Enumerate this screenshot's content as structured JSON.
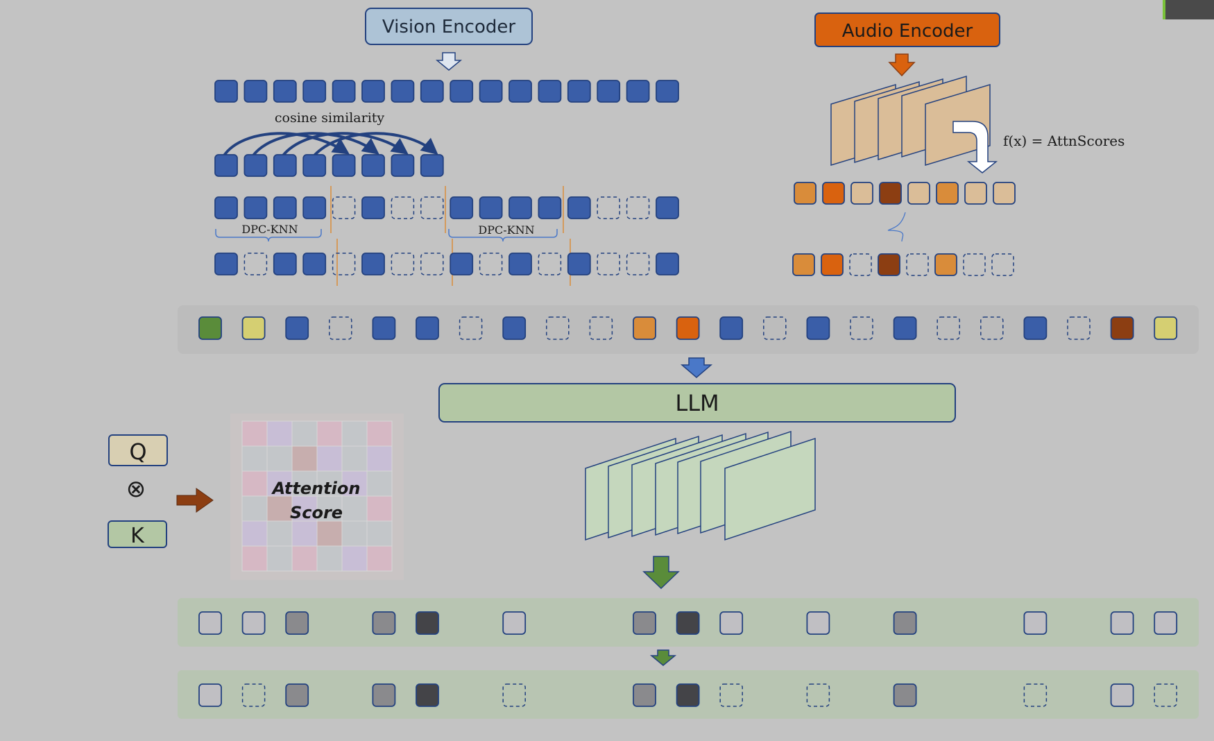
{
  "labels": {
    "vision_encoder": "Vision Encoder",
    "audio_encoder": "Audio Encoder",
    "cosine_similarity": "cosine similarity",
    "dpc_knn_1": "DPC-KNN",
    "dpc_knn_2": "DPC-KNN",
    "formula": "f(x)  =  AttnScores",
    "llm": "LLM",
    "q": "Q",
    "otimes": "⊗",
    "k": "K",
    "attention_line1": "Attention",
    "attention_line2": "Score"
  },
  "colors": {
    "background": "#c3c3c3",
    "vision_blue": "#3a5ea8",
    "audio_orange": "#d9620f",
    "audio_encoder_box": "#d9620f",
    "vision_encoder_box": "#adc3d6",
    "llm_box": "#b3c7a4",
    "green_token": "#5a8c3a",
    "yellow_token": "#d5cf72",
    "light_orange": "#d98c3a",
    "brown": "#8c3e12",
    "tan": "#dabd98",
    "gray_light": "#c0bfc3",
    "gray_mid": "#8a8a8d",
    "gray_dark": "#444448",
    "green_band": "#b8c5b2"
  },
  "vision_rows": {
    "row1": [
      "b",
      "b",
      "b",
      "b",
      "b",
      "b",
      "b",
      "b",
      "b",
      "b",
      "b",
      "b",
      "b",
      "b",
      "b",
      "b"
    ],
    "row2": [
      "b",
      "b",
      "b",
      "b",
      "b",
      "b",
      "b",
      "b"
    ],
    "row3": [
      "b",
      "b",
      "b",
      "b",
      "d",
      "b",
      "d",
      "d",
      "b",
      "b",
      "b",
      "b",
      "b",
      "d",
      "d",
      "b"
    ],
    "row4": [
      "b",
      "d",
      "b",
      "b",
      "d",
      "b",
      "d",
      "d",
      "b",
      "d",
      "b",
      "d",
      "b",
      "d",
      "d",
      "b"
    ]
  },
  "audio_rows": {
    "row1": [
      "lo",
      "o",
      "t",
      "br",
      "t",
      "lo",
      "t",
      "t"
    ],
    "row2": [
      "lo",
      "o",
      "d",
      "br",
      "d",
      "lo",
      "d",
      "d"
    ]
  },
  "merged_sequence": [
    "g",
    "y",
    "b",
    "d",
    "b",
    "b",
    "d",
    "b",
    "d",
    "d",
    "lo",
    "o",
    "b",
    "d",
    "b",
    "d",
    "b",
    "d",
    "d",
    "b",
    "d",
    "br",
    "y"
  ],
  "output_row1": [
    "l",
    "l",
    "m",
    null,
    "m",
    "k",
    null,
    "l",
    null,
    null,
    "m",
    "k",
    "l",
    null,
    "l",
    null,
    "m",
    null,
    null,
    "l",
    null,
    "l",
    "l"
  ],
  "output_row2": [
    "l",
    "d",
    "m",
    null,
    "m",
    "k",
    null,
    "d",
    null,
    null,
    "m",
    "k",
    "d",
    null,
    "d",
    null,
    "m",
    null,
    null,
    "d",
    null,
    "l",
    "d"
  ],
  "attention_grid": [
    [
      "pink",
      "lav",
      "gray",
      "pink",
      "gray",
      "pink"
    ],
    [
      "gray",
      "gray",
      "rose",
      "lav",
      "gray",
      "lav"
    ],
    [
      "pink",
      "lav",
      "gray",
      "gray",
      "lav",
      "gray"
    ],
    [
      "gray",
      "rose",
      "lav",
      "gray",
      "gray",
      "pink"
    ],
    [
      "lav",
      "gray",
      "lav",
      "rose",
      "gray",
      "gray"
    ],
    [
      "pink",
      "gray",
      "pink",
      "gray",
      "lav",
      "pink"
    ]
  ]
}
